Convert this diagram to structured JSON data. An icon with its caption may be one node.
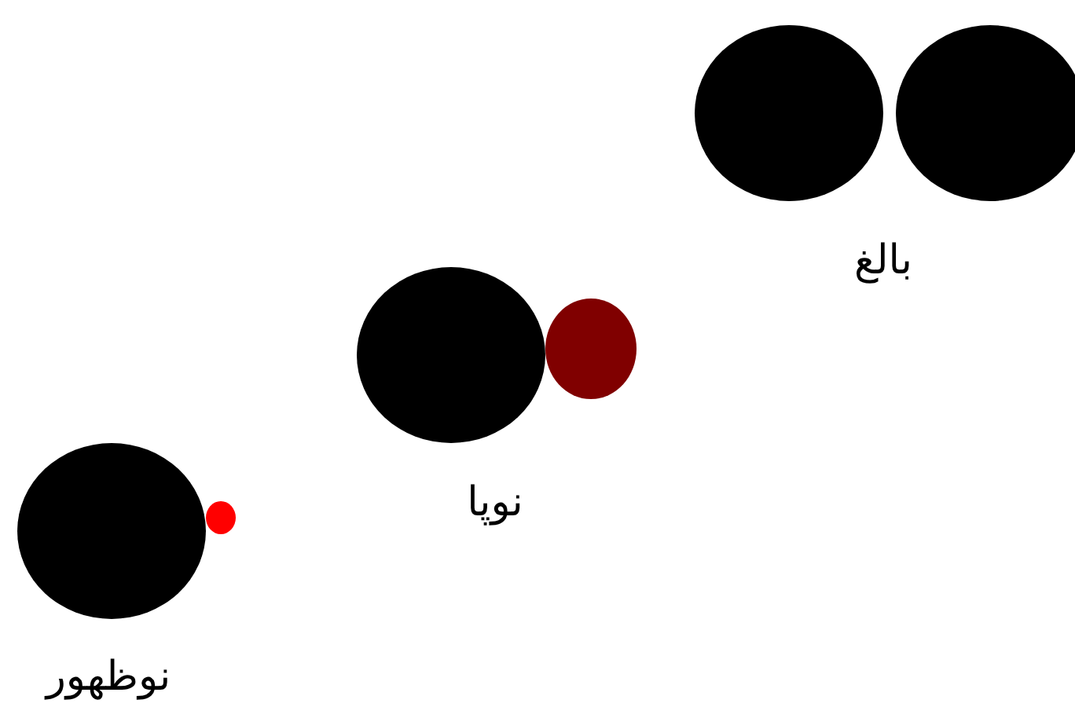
{
  "diagram": {
    "nodes": [
      {
        "text": [],
        "shape": "circle"
      },
      {
        "text": [],
        "shape": "circle"
      },
      {
        "text": [],
        "shape": "circle"
      },
      {
        "text": [],
        "shape": "circle"
      },
      {
        "text": [],
        "shape": "circle"
      },
      {
        "text": [],
        "shape": "circle"
      }
    ],
    "labels": [
      "بالغ",
      "نوپا",
      "نوظهور"
    ]
  }
}
